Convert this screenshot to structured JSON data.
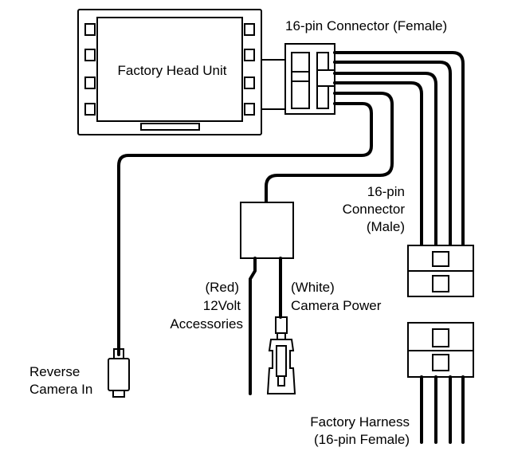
{
  "labels": {
    "head_unit": "Factory Head Unit",
    "connector_female": "16-pin Connector (Female)",
    "connector_male": [
      "16-pin",
      "Connector",
      "(Male)"
    ],
    "red_wire": [
      "(Red)",
      "12Volt",
      "Accessories"
    ],
    "white_wire": [
      "(White)",
      "Camera Power"
    ],
    "reverse_camera": [
      "Reverse",
      "Camera In"
    ],
    "factory_harness": [
      "Factory Harness",
      "(16-pin Female)"
    ]
  }
}
